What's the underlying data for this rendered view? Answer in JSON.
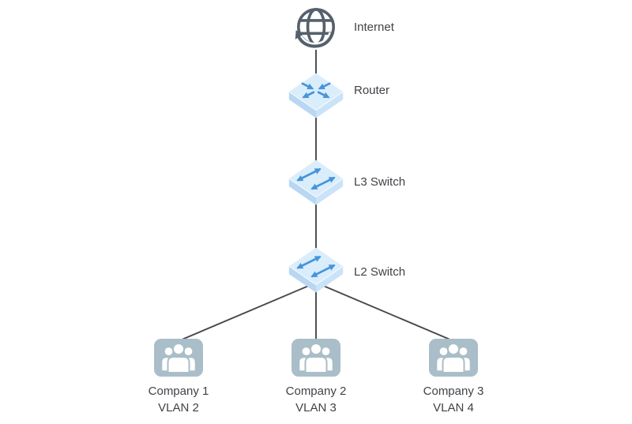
{
  "diagram": {
    "type": "network-topology",
    "background": "#ffffff",
    "colors": {
      "connector": "#46494d",
      "label_text": "#3f4347",
      "device_top_face": "#daedfb",
      "device_left_face": "#b9d7f2",
      "device_right_face": "#cbe3f8",
      "device_arrow": "#4794db",
      "company_box": "#a9bec9",
      "people": "#ffffff",
      "globe": "#55606c"
    },
    "nodes": {
      "internet": {
        "label": "Internet",
        "icon": "globe-icon"
      },
      "router": {
        "label": "Router",
        "icon": "router-icon"
      },
      "l3_switch": {
        "label": "L3 Switch",
        "icon": "switch-icon"
      },
      "l2_switch": {
        "label": "L2 Switch",
        "icon": "switch-icon"
      },
      "company1": {
        "label": "Company 1",
        "vlan": "VLAN 2",
        "icon": "users-icon"
      },
      "company2": {
        "label": "Company 2",
        "vlan": "VLAN 3",
        "icon": "users-icon"
      },
      "company3": {
        "label": "Company 3",
        "vlan": "VLAN 4",
        "icon": "users-icon"
      }
    },
    "connections": [
      {
        "from": "internet",
        "to": "router"
      },
      {
        "from": "router",
        "to": "l3_switch"
      },
      {
        "from": "l3_switch",
        "to": "l2_switch"
      },
      {
        "from": "l2_switch",
        "to": "company1"
      },
      {
        "from": "l2_switch",
        "to": "company2"
      },
      {
        "from": "l2_switch",
        "to": "company3"
      }
    ]
  }
}
